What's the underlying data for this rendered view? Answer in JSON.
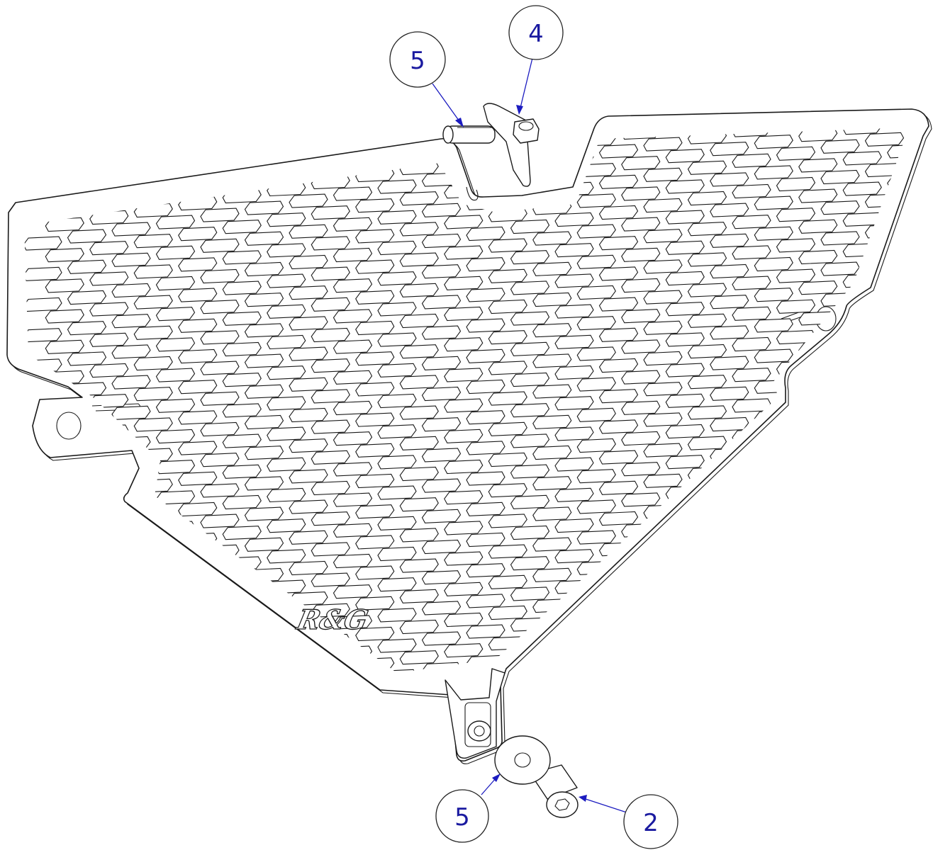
{
  "drawing": {
    "logo_text": "R&G",
    "callouts": [
      {
        "id": "callout-5-top",
        "label": "5"
      },
      {
        "id": "callout-4-top",
        "label": "4"
      },
      {
        "id": "callout-5-bottom",
        "label": "5"
      },
      {
        "id": "callout-2-bottom",
        "label": "2"
      }
    ]
  },
  "colors": {
    "outline": "#1a1a1a",
    "balloon_text": "#1a1aa0",
    "leader": "#1c1cc0",
    "background": "#ffffff"
  }
}
